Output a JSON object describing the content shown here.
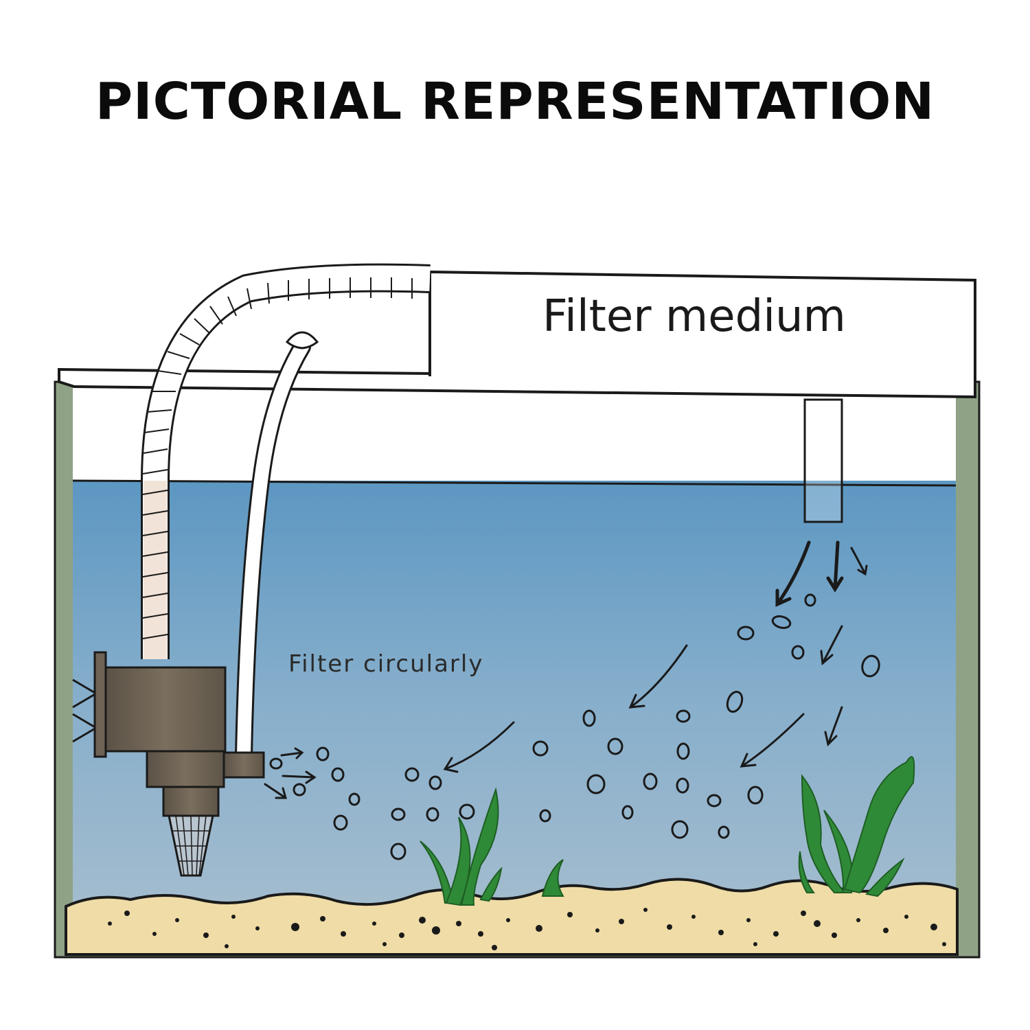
{
  "header": {
    "title": "PICTORIAL REPRESENTATION"
  },
  "diagram": {
    "filter_medium_label": "Filter medium",
    "filter_circularly_label": "Filter circularly"
  },
  "colors": {
    "tank_frame": "#8fa286",
    "water_top": "#5c97c2",
    "water_bottom": "#a6bccd",
    "sand": "#efdca6",
    "plant": "#2f8a37",
    "pump": "#6e6354"
  }
}
